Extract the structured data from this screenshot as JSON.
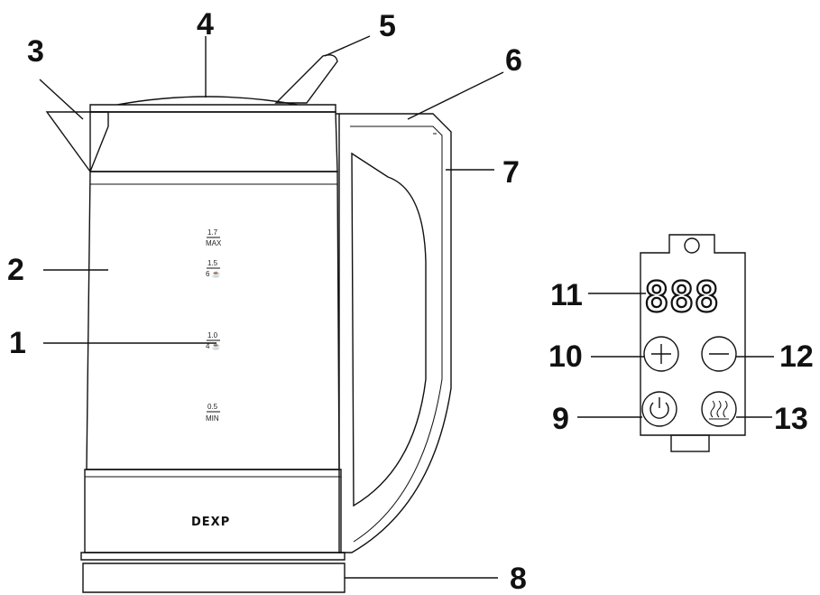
{
  "brand": "DEXP",
  "display": {
    "digits": "888"
  },
  "water_marks": [
    {
      "top": "1.7",
      "bottom": "MAX"
    },
    {
      "top": "1.5",
      "bottom": "6 ☕"
    },
    {
      "top": "1.0",
      "bottom": "4 ☕"
    },
    {
      "top": "0.5",
      "bottom": "MIN"
    }
  ],
  "callouts": [
    "1",
    "2",
    "3",
    "4",
    "5",
    "6",
    "7",
    "8",
    "9",
    "10",
    "11",
    "12",
    "13"
  ],
  "icons": {
    "plus": "plus-icon",
    "minus": "minus-icon",
    "power": "power-icon",
    "keep_warm": "keep-warm-icon"
  }
}
